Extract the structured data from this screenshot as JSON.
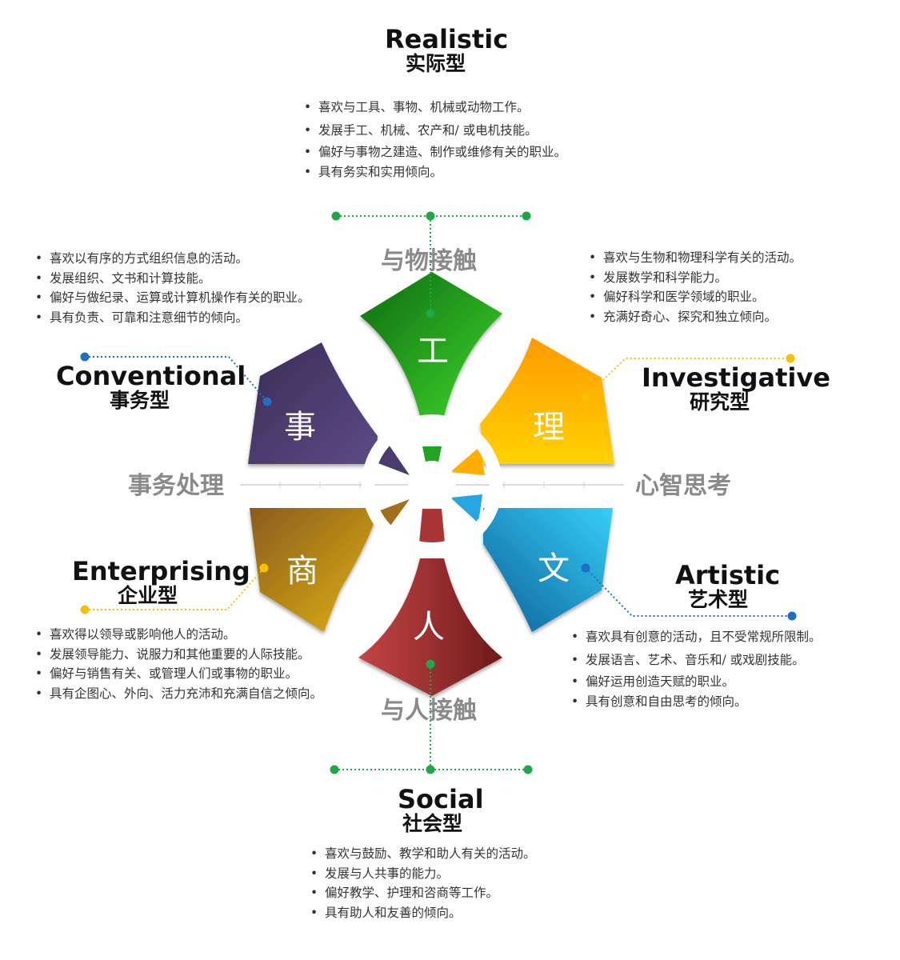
{
  "axes": {
    "top": "与物接触",
    "bottom": "与人接触",
    "left": "事务处理",
    "right": "心智思考"
  },
  "types": {
    "realistic": {
      "en": "Realistic",
      "cn": "实际型",
      "char": "工",
      "color": "#1f9d1f",
      "desc": [
        "喜欢与工具、事物、机械或动物工作。",
        "发展手工、机械、农产和/ 或电机技能。",
        "偏好与事物之建造、制作或维修有关的职业。",
        "具有务实和实用倾向。"
      ]
    },
    "investigative": {
      "en": "Investigative",
      "cn": "研究型",
      "char": "理",
      "color": "#f5a300",
      "desc": [
        "喜欢与生物和物理科学有关的活动。",
        "发展数学和科学能力。",
        "偏好科学和医学领域的职业。",
        "充满好奇心、探究和独立倾向。"
      ]
    },
    "artistic": {
      "en": "Artistic",
      "cn": "艺术型",
      "char": "文",
      "color": "#1f8fd0",
      "desc": [
        "喜欢具有创意的活动，且不受常规所限制。",
        "发展语言、艺术、音乐和/ 或戏剧技能。",
        "偏好运用创造天赋的职业。",
        "具有创意和自由思考的倾向。"
      ]
    },
    "social": {
      "en": "Social",
      "cn": "社会型",
      "char": "人",
      "color": "#9b2e2e",
      "desc": [
        "喜欢与鼓励、教学和助人有关的活动。",
        "发展与人共事的能力。",
        "偏好教学、护理和咨商等工作。",
        "具有助人和友善的倾向。"
      ]
    },
    "enterprising": {
      "en": "Enterprising",
      "cn": "企业型",
      "char": "商",
      "color": "#b07a12",
      "desc": [
        "喜欢得以领导或影响他人的活动。",
        "发展领导能力、说服力和其他重要的人际技能。",
        "偏好与销售有关、或管理人们或事物的职业。",
        "具有企图心、外向、活力充沛和充满自信之倾向。"
      ]
    },
    "conventional": {
      "en": "Conventional",
      "cn": "事务型",
      "char": "事",
      "color": "#4a3a6e",
      "desc": [
        "喜欢以有序的方式组织信息的活动。",
        "发展组织、文书和计算技能。",
        "偏好与做纪录、运算或计算机操作有关的职业。",
        "具有负责、可靠和注意细节的倾向。"
      ]
    }
  }
}
